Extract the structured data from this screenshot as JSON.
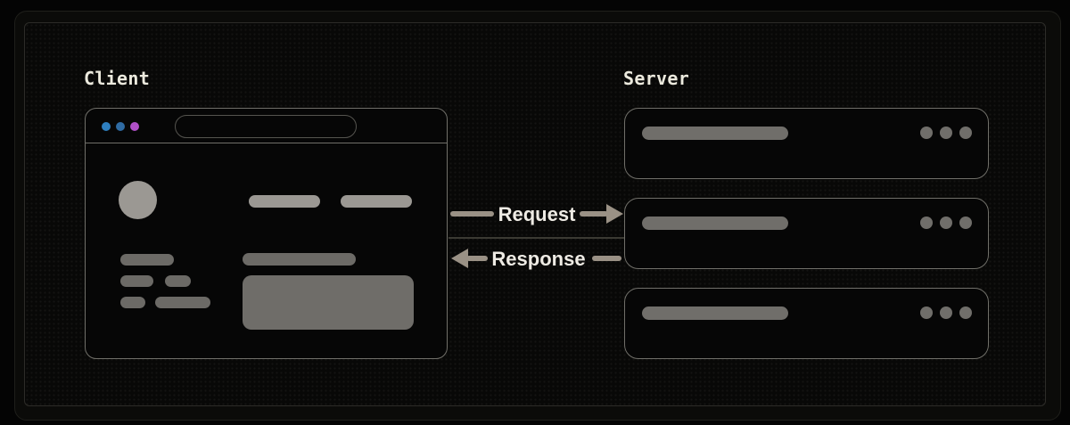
{
  "diagram": {
    "client": {
      "label": "Client",
      "browser": {
        "traffic_lights": [
          {
            "name": "blue-dot-1",
            "color": "#2e7fc0"
          },
          {
            "name": "blue-dot-2",
            "color": "#2f6ba3"
          },
          {
            "name": "magenta-dot",
            "color": "#b050c8"
          }
        ],
        "url_value": ""
      }
    },
    "flow": {
      "request_label": "Request",
      "response_label": "Response"
    },
    "server": {
      "label": "Server",
      "box_count": 3
    }
  },
  "colors": {
    "background": "#040404",
    "panel_background": "#080807",
    "outline_gray": "#706f69",
    "skeleton_light_gray": "#9b9893",
    "skeleton_mid_gray": "#6c6a66",
    "arrow_tan": "#9a9185",
    "label_text": "#eeebe4"
  }
}
